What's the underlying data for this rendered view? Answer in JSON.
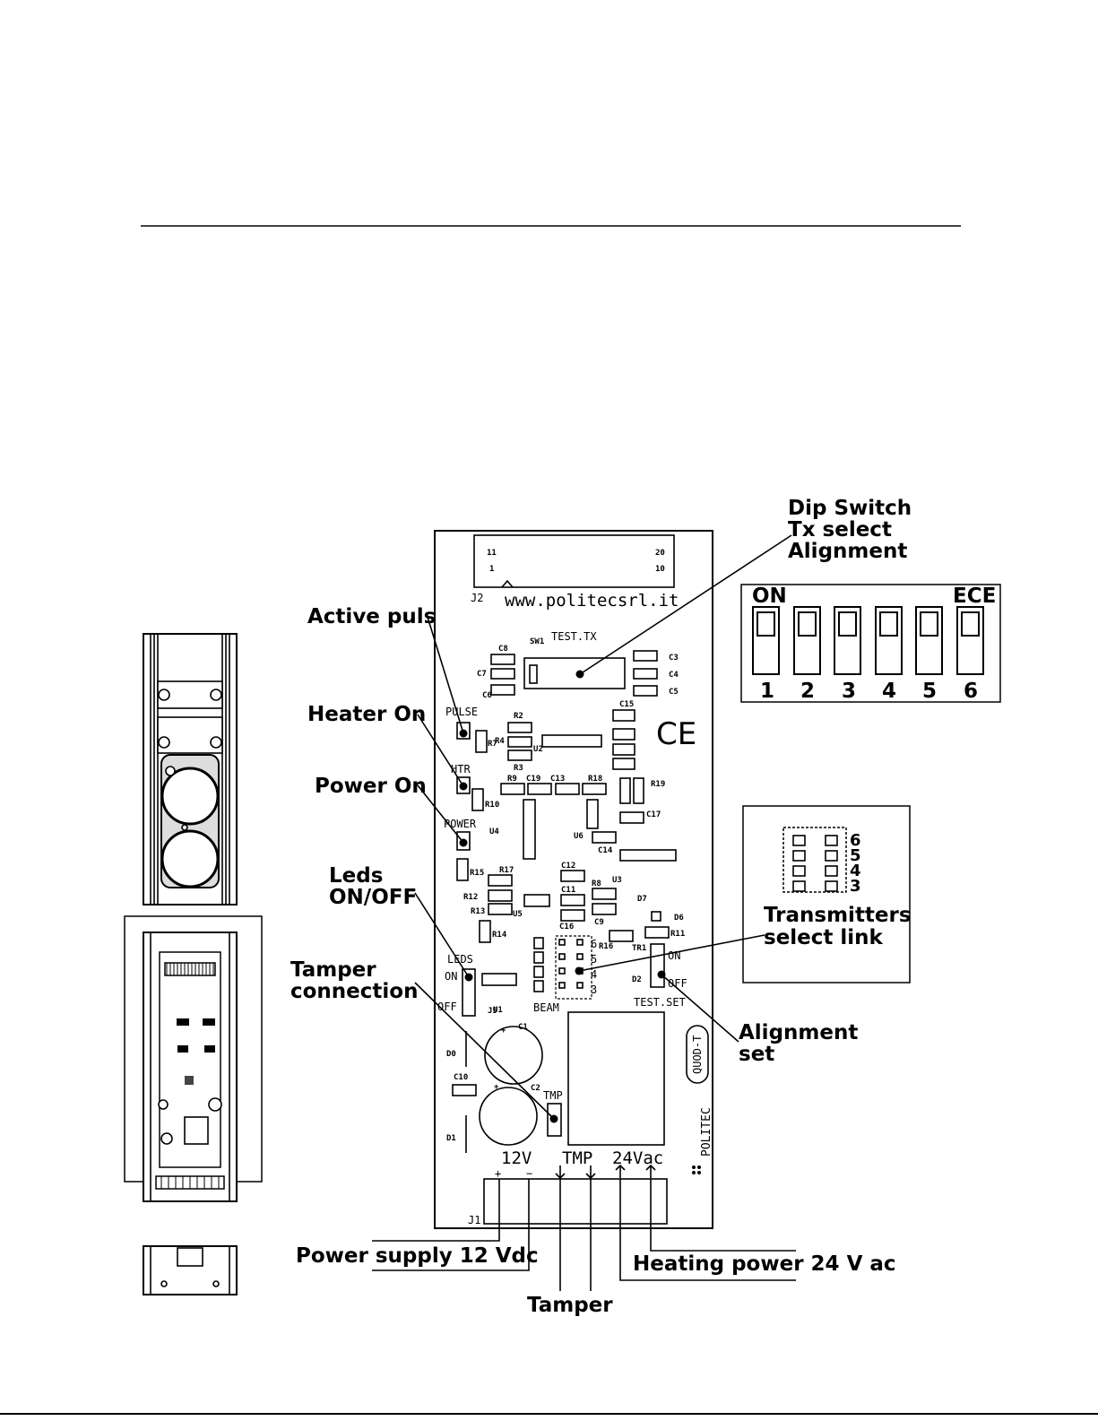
{
  "callouts": {
    "dip_switch": [
      "Dip Switch",
      "Tx select",
      "Alignment"
    ],
    "active_puls": "Active puls",
    "heater_on": "Heater On",
    "power_on": "Power On",
    "leds": [
      "Leds",
      "ON/OFF"
    ],
    "tamper_connection": [
      "Tamper",
      "connection"
    ],
    "transmitters": [
      "Transmitters",
      "select link"
    ],
    "alignment_set": [
      "Alignment",
      "set"
    ],
    "power_supply": "Power supply 12 Vdc",
    "heating_power": "Heating power 24 V ac",
    "tamper": "Tamper"
  },
  "board": {
    "website": "www.politecsrl.it",
    "connector": "J2",
    "connector_pins": [
      "11",
      "20",
      "1",
      "10"
    ],
    "sw_label": "SW1",
    "test_tx": "TEST.TX",
    "pulse": "PULSE",
    "htr": "HTR",
    "power": "POWER",
    "leds": "LEDS",
    "on": "ON",
    "off": "OFF",
    "beam": "BEAM",
    "test_set": "TEST.SET",
    "j1": "J1",
    "terminal_labels": [
      "12V",
      "TMP",
      "24Vac"
    ],
    "terminal_signs": [
      "+",
      "−"
    ],
    "model": "QUOD-T",
    "brand": "POLITEC",
    "ce_mark": "CE",
    "beam_numbers": [
      "6",
      "5",
      "4",
      "3"
    ],
    "components": [
      "C8",
      "C7",
      "C6",
      "C3",
      "C4",
      "C5",
      "R2",
      "R7",
      "R4",
      "U2",
      "R3",
      "C15",
      "R9",
      "C19",
      "C13",
      "R18",
      "R19",
      "R10",
      "U4",
      "C17",
      "U6",
      "C14",
      "R15",
      "R17",
      "C12",
      "U3",
      "R8",
      "R12",
      "C11",
      "D7",
      "R13",
      "U5",
      "C9",
      "D6",
      "R14",
      "C16",
      "R16",
      "R11",
      "TR1",
      "D2",
      "J5",
      "U1",
      "C1",
      "D0",
      "C10",
      "C2",
      "TMP",
      "D1"
    ]
  },
  "dip_switch": {
    "left_label": "ON",
    "right_label": "ECE",
    "numbers": [
      "1",
      "2",
      "3",
      "4",
      "5",
      "6"
    ]
  },
  "link_box": {
    "numbers": [
      "6",
      "5",
      "4",
      "3"
    ]
  }
}
